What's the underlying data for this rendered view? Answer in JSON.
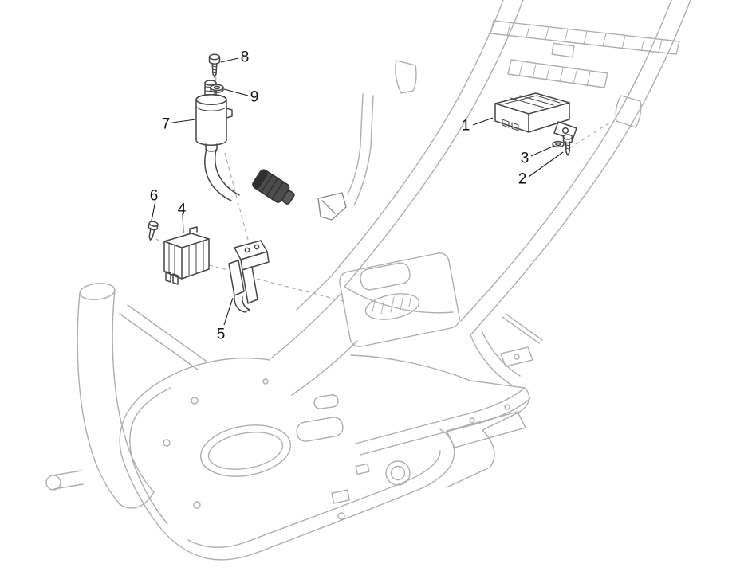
{
  "colors": {
    "background": "#ffffff",
    "frame_line": "#aeaeae",
    "part_line": "#454545",
    "callout_text": "#111111"
  },
  "diagram": {
    "callouts": [
      {
        "label": "1"
      },
      {
        "label": "2"
      },
      {
        "label": "3"
      },
      {
        "label": "4"
      },
      {
        "label": "5"
      },
      {
        "label": "6"
      },
      {
        "label": "7"
      },
      {
        "label": "8"
      },
      {
        "label": "9"
      }
    ]
  }
}
